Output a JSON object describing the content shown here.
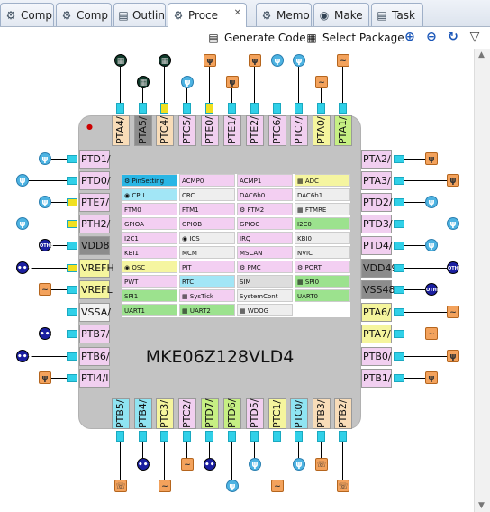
{
  "tabs": [
    {
      "label": "Comp",
      "icon": "component-icon"
    },
    {
      "label": "Comp",
      "icon": "component-icon"
    },
    {
      "label": "Outlin",
      "icon": "outline-icon"
    },
    {
      "label": "Proce",
      "icon": "processor-icon",
      "active": true
    },
    {
      "label": "Memo",
      "icon": "memory-icon"
    },
    {
      "label": "Make",
      "icon": "make-icon"
    },
    {
      "label": "Task",
      "icon": "task-icon"
    }
  ],
  "toolbar": {
    "generate_code": "Generate Code",
    "select_package": "Select Package"
  },
  "chip": {
    "name": "MKE06Z128VLD4"
  },
  "pins": {
    "top": [
      "PTA4/",
      "PTA5/",
      "PTC4/",
      "PTC5/",
      "PTE0/",
      "PTE1/",
      "PTE2/",
      "PTC6/",
      "PTC7/",
      "PTA0/",
      "PTA1/"
    ],
    "left": [
      "PTD1/",
      "PTD0/",
      "PTE7/",
      "PTH2/",
      "VDD8",
      "VREFH",
      "VREFL",
      "VSSA/",
      "PTB7/",
      "PTB6/",
      "PTI4/I"
    ],
    "right": [
      "PTA2/",
      "PTA3/",
      "PTD2/",
      "PTD3/",
      "PTD4/",
      "VDD49",
      "VSS48",
      "PTA6/",
      "PTA7/",
      "PTB0/",
      "PTB1/"
    ],
    "bottom": [
      "PTB5/",
      "PTB4/",
      "PTC3/",
      "PTC2/",
      "PTD7/",
      "PTD6/",
      "PTD5/",
      "PTC1/",
      "PTC0/",
      "PTB3/",
      "PTB2/"
    ]
  },
  "peripherals": [
    [
      "PinSetting",
      "ACMP0",
      "ACMP1",
      "ADC"
    ],
    [
      "CPU",
      "CRC",
      "DAC6b0",
      "DAC6b1"
    ],
    [
      "FTM0",
      "FTM1",
      "FTM2",
      "FTMRE"
    ],
    [
      "GPIOA",
      "GPIOB",
      "GPIOC",
      "I2C0"
    ],
    [
      "I2C1",
      "ICS",
      "IRQ",
      "KBI0"
    ],
    [
      "KBI1",
      "MCM",
      "MSCAN",
      "NVIC"
    ],
    [
      "OSC",
      "PIT",
      "PMC",
      "PORT"
    ],
    [
      "PWT",
      "RTC",
      "SIM",
      "SPI0"
    ],
    [
      "SPI1",
      "SysTick",
      "SystemCont",
      "UART0"
    ],
    [
      "UART1",
      "UART2",
      "WDOG",
      ""
    ]
  ],
  "colors": {
    "pin_connector": "#30d0e8",
    "chip_body": "#c3c3c3"
  }
}
